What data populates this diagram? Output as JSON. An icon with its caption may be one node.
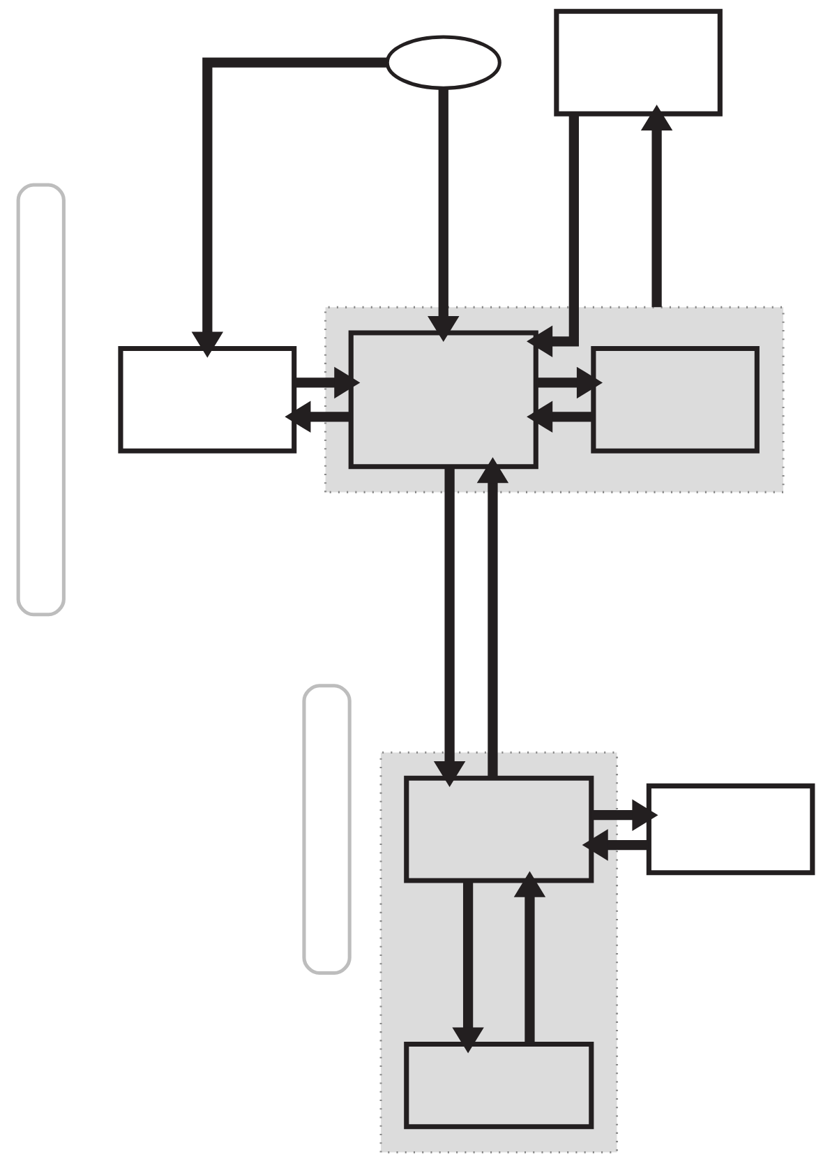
{
  "diagram": {
    "nodes": [
      {
        "text": [],
        "shape": "bar"
      },
      {
        "text": [],
        "shape": "box"
      },
      {
        "text": [],
        "shape": "ellipse"
      },
      {
        "text": [],
        "shape": "box"
      },
      {
        "text": [],
        "shape": "box"
      },
      {
        "text": [],
        "shape": "box",
        "in": 4
      },
      {
        "text": [],
        "shape": "box",
        "in": 4
      },
      {
        "text": [],
        "shape": "bar"
      },
      {
        "text": [],
        "shape": "box"
      },
      {
        "text": [],
        "shape": "box",
        "in": 8
      },
      {
        "text": [],
        "shape": "box"
      },
      {
        "text": [],
        "shape": "box",
        "in": 8
      }
    ],
    "edges": [
      {
        "from": 2,
        "to": 3,
        "arrow": "to"
      },
      {
        "from": 2,
        "to": 5,
        "arrow": "to"
      },
      {
        "from": 1,
        "to": 5,
        "arrow": "to"
      },
      {
        "from": 4,
        "to": 1,
        "arrow": "to"
      },
      {
        "from": 3,
        "to": 5,
        "arrow": "to"
      },
      {
        "from": 5,
        "to": 3,
        "arrow": "to"
      },
      {
        "from": 5,
        "to": 6,
        "arrow": "to"
      },
      {
        "from": 6,
        "to": 5,
        "arrow": "to"
      },
      {
        "from": 5,
        "to": 9,
        "arrow": "to"
      },
      {
        "from": 9,
        "to": 5,
        "arrow": "to"
      },
      {
        "from": 9,
        "to": 10,
        "arrow": "to"
      },
      {
        "from": 10,
        "to": 9,
        "arrow": "to"
      },
      {
        "from": 9,
        "to": 11,
        "arrow": "to"
      },
      {
        "from": 11,
        "to": 9,
        "arrow": "to"
      }
    ]
  }
}
